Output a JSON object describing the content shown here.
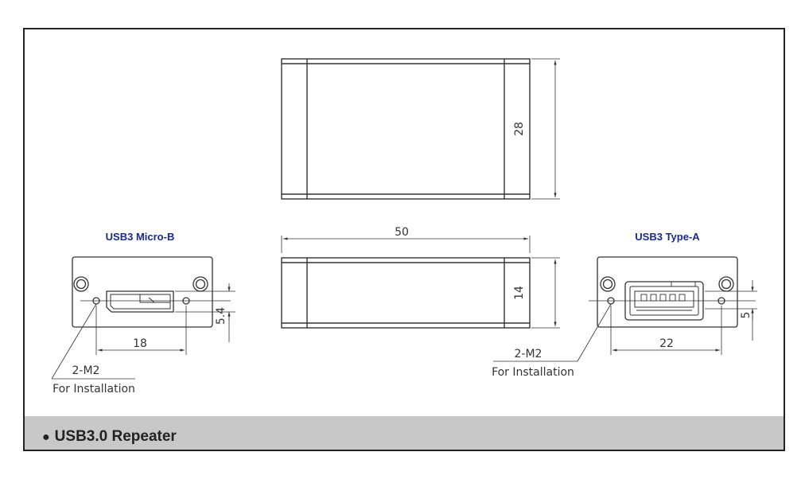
{
  "dimensions": {
    "height_top": "28",
    "length": "50",
    "height_side": "14",
    "micro_hole_spacing": "18",
    "micro_port_height": "5.4",
    "typea_port_width": "22",
    "typea_port_height": "5"
  },
  "labels": {
    "micro_b_title": "USB3 Micro-B",
    "type_a_title": "USB3 Type-A",
    "micro_screw_label": "2-M2",
    "micro_screw_note": "For Installation",
    "typea_screw_label": "2-M2",
    "typea_screw_note": "For Installation"
  },
  "footer": {
    "bullet": "●",
    "title": "USB3.0 Repeater"
  }
}
